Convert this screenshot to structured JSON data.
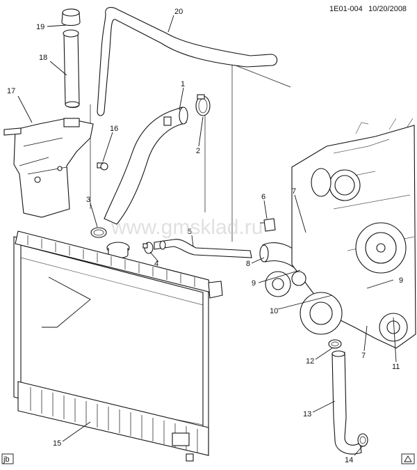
{
  "header": {
    "code": "1E01-004",
    "date": "10/20/2008"
  },
  "watermark": "www.gmsklad.ru",
  "corner_tag": "jb",
  "callouts": [
    {
      "id": "c1",
      "label": "1"
    },
    {
      "id": "c2",
      "label": "2"
    },
    {
      "id": "c3",
      "label": "3"
    },
    {
      "id": "c4",
      "label": "4"
    },
    {
      "id": "c5",
      "label": "5"
    },
    {
      "id": "c6",
      "label": "6"
    },
    {
      "id": "c7a",
      "label": "7"
    },
    {
      "id": "c7b",
      "label": "7"
    },
    {
      "id": "c8",
      "label": "8"
    },
    {
      "id": "c9a",
      "label": "9"
    },
    {
      "id": "c9b",
      "label": "9"
    },
    {
      "id": "c10",
      "label": "10"
    },
    {
      "id": "c11",
      "label": "11"
    },
    {
      "id": "c12",
      "label": "12"
    },
    {
      "id": "c13",
      "label": "13"
    },
    {
      "id": "c14",
      "label": "14"
    },
    {
      "id": "c15",
      "label": "15"
    },
    {
      "id": "c16",
      "label": "16"
    },
    {
      "id": "c17",
      "label": "17"
    },
    {
      "id": "c18",
      "label": "18"
    },
    {
      "id": "c19",
      "label": "19"
    },
    {
      "id": "c20",
      "label": "20"
    }
  ]
}
